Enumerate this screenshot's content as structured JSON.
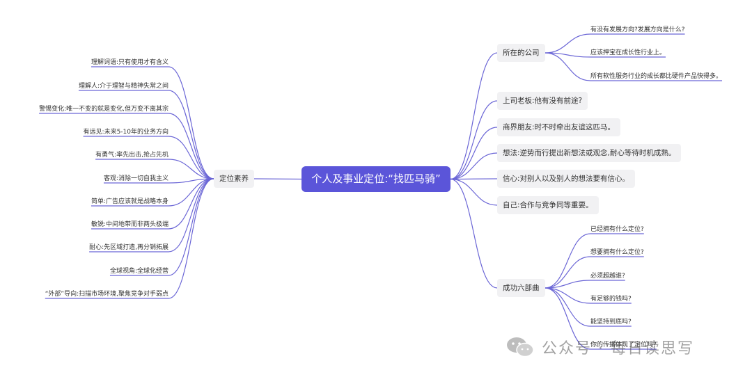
{
  "colors": {
    "root_fill": "#5b55d9",
    "link": "#6b66d6",
    "node_fill": "#f1f1f3",
    "text": "#333333"
  },
  "root": {
    "label": "个人及事业定位:“找匹马骑”"
  },
  "left_branch": {
    "label": "定位素养",
    "items": [
      "理解词语:只有使用才有含义",
      "理解人:介于理智与精神失常之间",
      "警惕变化:唯一不变的就是变化,但万变不离其宗",
      "有远见:未来5-10年的业务方向",
      "有勇气:率先出击,抢占先机",
      "客观:消除一切自我主义",
      "简单:广告应该就是战略本身",
      "敏锐:中间地带而非两头极端",
      "耐心:先区域打造,再分销拓展",
      "全球视角:全球化经营",
      "“外部”导向:扫描市场环境,聚焦竞争对手弱点"
    ]
  },
  "right_branches": [
    {
      "label": "所在的公司",
      "children": [
        "有没有发展方向?发展方向是什么?",
        "应该押宝在成长性行业上。",
        "所有软性服务行业的成长都比硬件产品快得多。"
      ]
    },
    {
      "label": "上司老板:他有没有前途?",
      "children": []
    },
    {
      "label": "商界朋友:时不时牵出友谊这匹马。",
      "children": []
    },
    {
      "label": "想法:逆势而行提出新想法或观念,耐心等待时机成熟。",
      "children": []
    },
    {
      "label": "信心:对别人以及别人的想法要有信心。",
      "children": []
    },
    {
      "label": "自己:合作与竞争同等重要。",
      "children": []
    },
    {
      "label": "成功六部曲",
      "children": [
        "已经拥有什么定位?",
        "想要拥有什么定位?",
        "必须超越谁?",
        "有足够的钱吗?",
        "能坚持到底吗?",
        "你的传播体现了定位吗?"
      ]
    }
  ],
  "watermark": {
    "icon": "wechat-icon",
    "text": "公众号 · 每日读思写"
  }
}
